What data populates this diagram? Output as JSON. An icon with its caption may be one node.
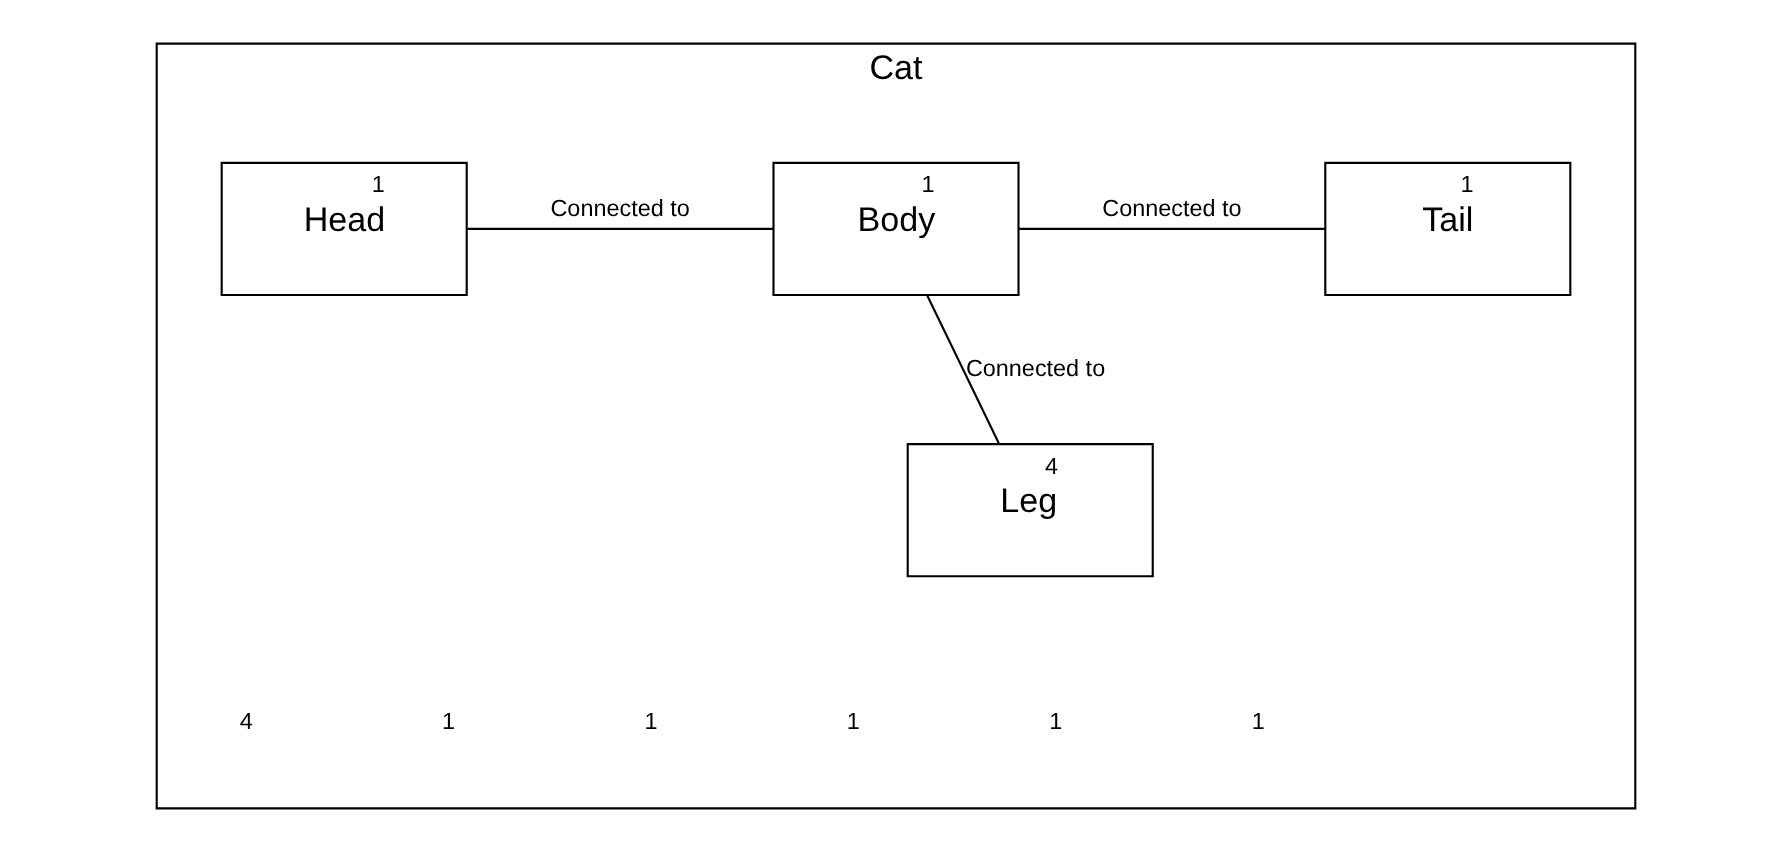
{
  "diagram": {
    "nodes": [
      {
        "text": [
          "Cat"
        ]
      },
      {
        "text": [
          "1",
          "Head"
        ],
        "in": 0
      },
      {
        "text": [
          "1",
          "Body"
        ],
        "in": 0
      },
      {
        "text": [
          "1",
          "Tail"
        ],
        "in": 0
      },
      {
        "text": [
          "4",
          "Leg"
        ],
        "in": 0
      }
    ],
    "edges": [
      {
        "from": 1,
        "to": 2,
        "arrow": "none",
        "label": "Connected to"
      },
      {
        "from": 2,
        "to": 3,
        "arrow": "none",
        "label": "Connected to"
      },
      {
        "from": 2,
        "to": 4,
        "arrow": "none",
        "label": "Connected to"
      }
    ],
    "labels": [
      "1",
      "1",
      "1",
      "1",
      "1",
      "4"
    ]
  }
}
